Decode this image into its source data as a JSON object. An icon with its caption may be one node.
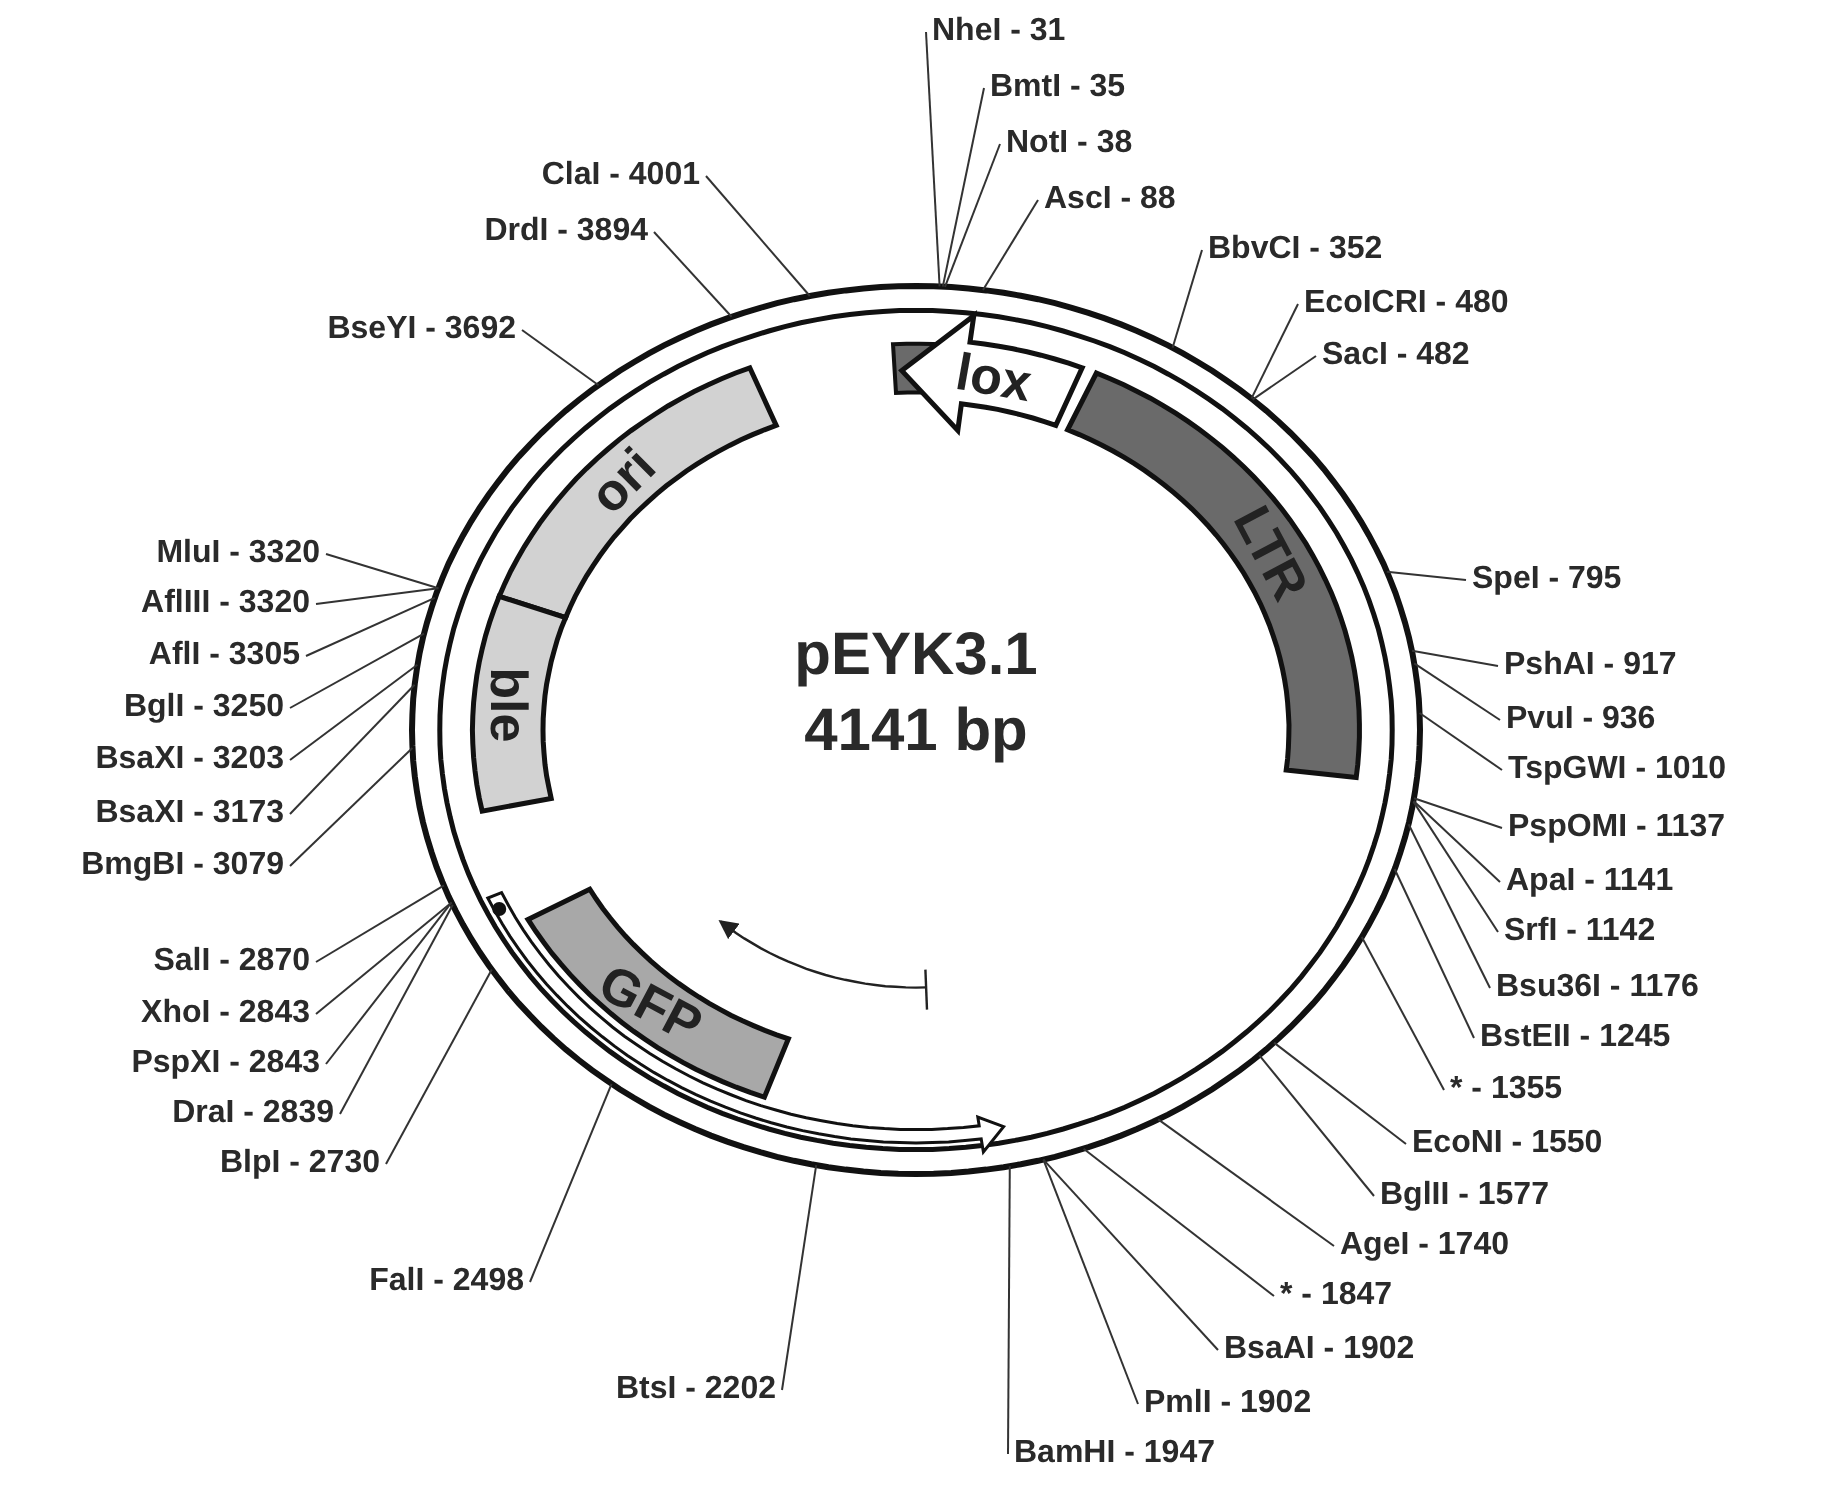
{
  "diagram": {
    "nodes": [
      {
        "text": [
          "NheI - 31"
        ]
      },
      {
        "text": [
          "BmtI - 35"
        ]
      },
      {
        "text": [
          "NotI - 38"
        ]
      },
      {
        "text": [
          "AscI - 88"
        ]
      },
      {
        "text": [
          "BbvCI - 352"
        ]
      },
      {
        "text": [
          "EcoICRI - 480"
        ]
      },
      {
        "text": [
          "SacI - 482"
        ]
      },
      {
        "text": [
          "SpeI - 795"
        ]
      },
      {
        "text": [
          "PshAI - 917"
        ]
      },
      {
        "text": [
          "PvuI - 936"
        ]
      },
      {
        "text": [
          "TspGWI - 1010"
        ]
      },
      {
        "text": [
          "PspOMI - 1137"
        ]
      },
      {
        "text": [
          "ApaI - 1141"
        ]
      },
      {
        "text": [
          "SrfI - 1142"
        ]
      },
      {
        "text": [
          "Bsu36I - 1176"
        ]
      },
      {
        "text": [
          "BstEII - 1245"
        ]
      },
      {
        "text": [
          "* - 1355"
        ]
      },
      {
        "text": [
          "EcoNI - 1550"
        ]
      },
      {
        "text": [
          "BglII - 1577"
        ]
      },
      {
        "text": [
          "AgeI - 1740"
        ]
      },
      {
        "text": [
          "* - 1847"
        ]
      },
      {
        "text": [
          "BsaAI - 1902"
        ]
      },
      {
        "text": [
          "PmlI - 1902"
        ]
      },
      {
        "text": [
          "BamHI - 1947"
        ]
      },
      {
        "text": [
          "BtsI - 2202"
        ]
      },
      {
        "text": [
          "FalI - 2498"
        ]
      },
      {
        "text": [
          "BlpI - 2730"
        ]
      },
      {
        "text": [
          "DraI - 2839"
        ]
      },
      {
        "text": [
          "PspXI - 2843"
        ]
      },
      {
        "text": [
          "XhoI - 2843"
        ]
      },
      {
        "text": [
          "SalI - 2870"
        ]
      },
      {
        "text": [
          "BmgBI - 3079"
        ]
      },
      {
        "text": [
          "BsaXI - 3173"
        ]
      },
      {
        "text": [
          "BsaXI - 3203"
        ]
      },
      {
        "text": [
          "BglI - 3250"
        ]
      },
      {
        "text": [
          "AflI - 3305"
        ]
      },
      {
        "text": [
          "AflIII - 3320"
        ]
      },
      {
        "text": [
          "MluI - 3320"
        ]
      },
      {
        "text": [
          "BseYI - 3692"
        ]
      },
      {
        "text": [
          "DrdI - 3894"
        ]
      },
      {
        "text": [
          "ClaI - 4001"
        ]
      },
      {
        "text": [
          "lox"
        ]
      },
      {
        "text": [
          "LTR"
        ]
      },
      {
        "text": [
          "ori"
        ]
      },
      {
        "text": [
          "ble"
        ]
      },
      {
        "text": [
          "GFP"
        ]
      },
      {
        "text": [],
        "shape": "arrow"
      }
    ],
    "edges": [
      {
        "from": 0,
        "to": null,
        "arrow": "none"
      },
      {
        "from": 1,
        "to": null,
        "arrow": "none"
      },
      {
        "from": 2,
        "to": null,
        "arrow": "none"
      },
      {
        "from": 3,
        "to": null,
        "arrow": "none"
      },
      {
        "from": 4,
        "to": null,
        "arrow": "none"
      },
      {
        "from": 5,
        "to": null,
        "arrow": "none"
      },
      {
        "from": 6,
        "to": null,
        "arrow": "none"
      },
      {
        "from": 7,
        "to": null,
        "arrow": "none"
      },
      {
        "from": 8,
        "to": null,
        "arrow": "none"
      },
      {
        "from": 9,
        "to": null,
        "arrow": "none"
      },
      {
        "from": 10,
        "to": null,
        "arrow": "none"
      },
      {
        "from": 11,
        "to": null,
        "arrow": "none"
      },
      {
        "from": 12,
        "to": null,
        "arrow": "none"
      },
      {
        "from": 13,
        "to": null,
        "arrow": "none"
      },
      {
        "from": 14,
        "to": null,
        "arrow": "none"
      },
      {
        "from": 15,
        "to": null,
        "arrow": "none"
      },
      {
        "from": 16,
        "to": null,
        "arrow": "none"
      },
      {
        "from": 17,
        "to": null,
        "arrow": "none"
      },
      {
        "from": 18,
        "to": null,
        "arrow": "none"
      },
      {
        "from": 19,
        "to": null,
        "arrow": "none"
      },
      {
        "from": 20,
        "to": null,
        "arrow": "none"
      },
      {
        "from": 21,
        "to": null,
        "arrow": "none"
      },
      {
        "from": 22,
        "to": null,
        "arrow": "none"
      },
      {
        "from": 23,
        "to": null,
        "arrow": "none"
      },
      {
        "from": 24,
        "to": null,
        "arrow": "none"
      },
      {
        "from": 25,
        "to": null,
        "arrow": "none"
      },
      {
        "from": 26,
        "to": null,
        "arrow": "none"
      },
      {
        "from": 27,
        "to": null,
        "arrow": "none"
      },
      {
        "from": 28,
        "to": null,
        "arrow": "none"
      },
      {
        "from": 29,
        "to": null,
        "arrow": "none"
      },
      {
        "from": 30,
        "to": null,
        "arrow": "none"
      },
      {
        "from": 31,
        "to": null,
        "arrow": "none"
      },
      {
        "from": 32,
        "to": null,
        "arrow": "none"
      },
      {
        "from": 33,
        "to": null,
        "arrow": "none"
      },
      {
        "from": 34,
        "to": null,
        "arrow": "none"
      },
      {
        "from": 35,
        "to": null,
        "arrow": "none"
      },
      {
        "from": 36,
        "to": null,
        "arrow": "none"
      },
      {
        "from": 37,
        "to": null,
        "arrow": "none"
      },
      {
        "from": 38,
        "to": null,
        "arrow": "none"
      },
      {
        "from": 39,
        "to": null,
        "arrow": "none"
      },
      {
        "from": 40,
        "to": null,
        "arrow": "none"
      }
    ],
    "labels": [
      "pEYK3.1",
      "4141 bp"
    ]
  }
}
